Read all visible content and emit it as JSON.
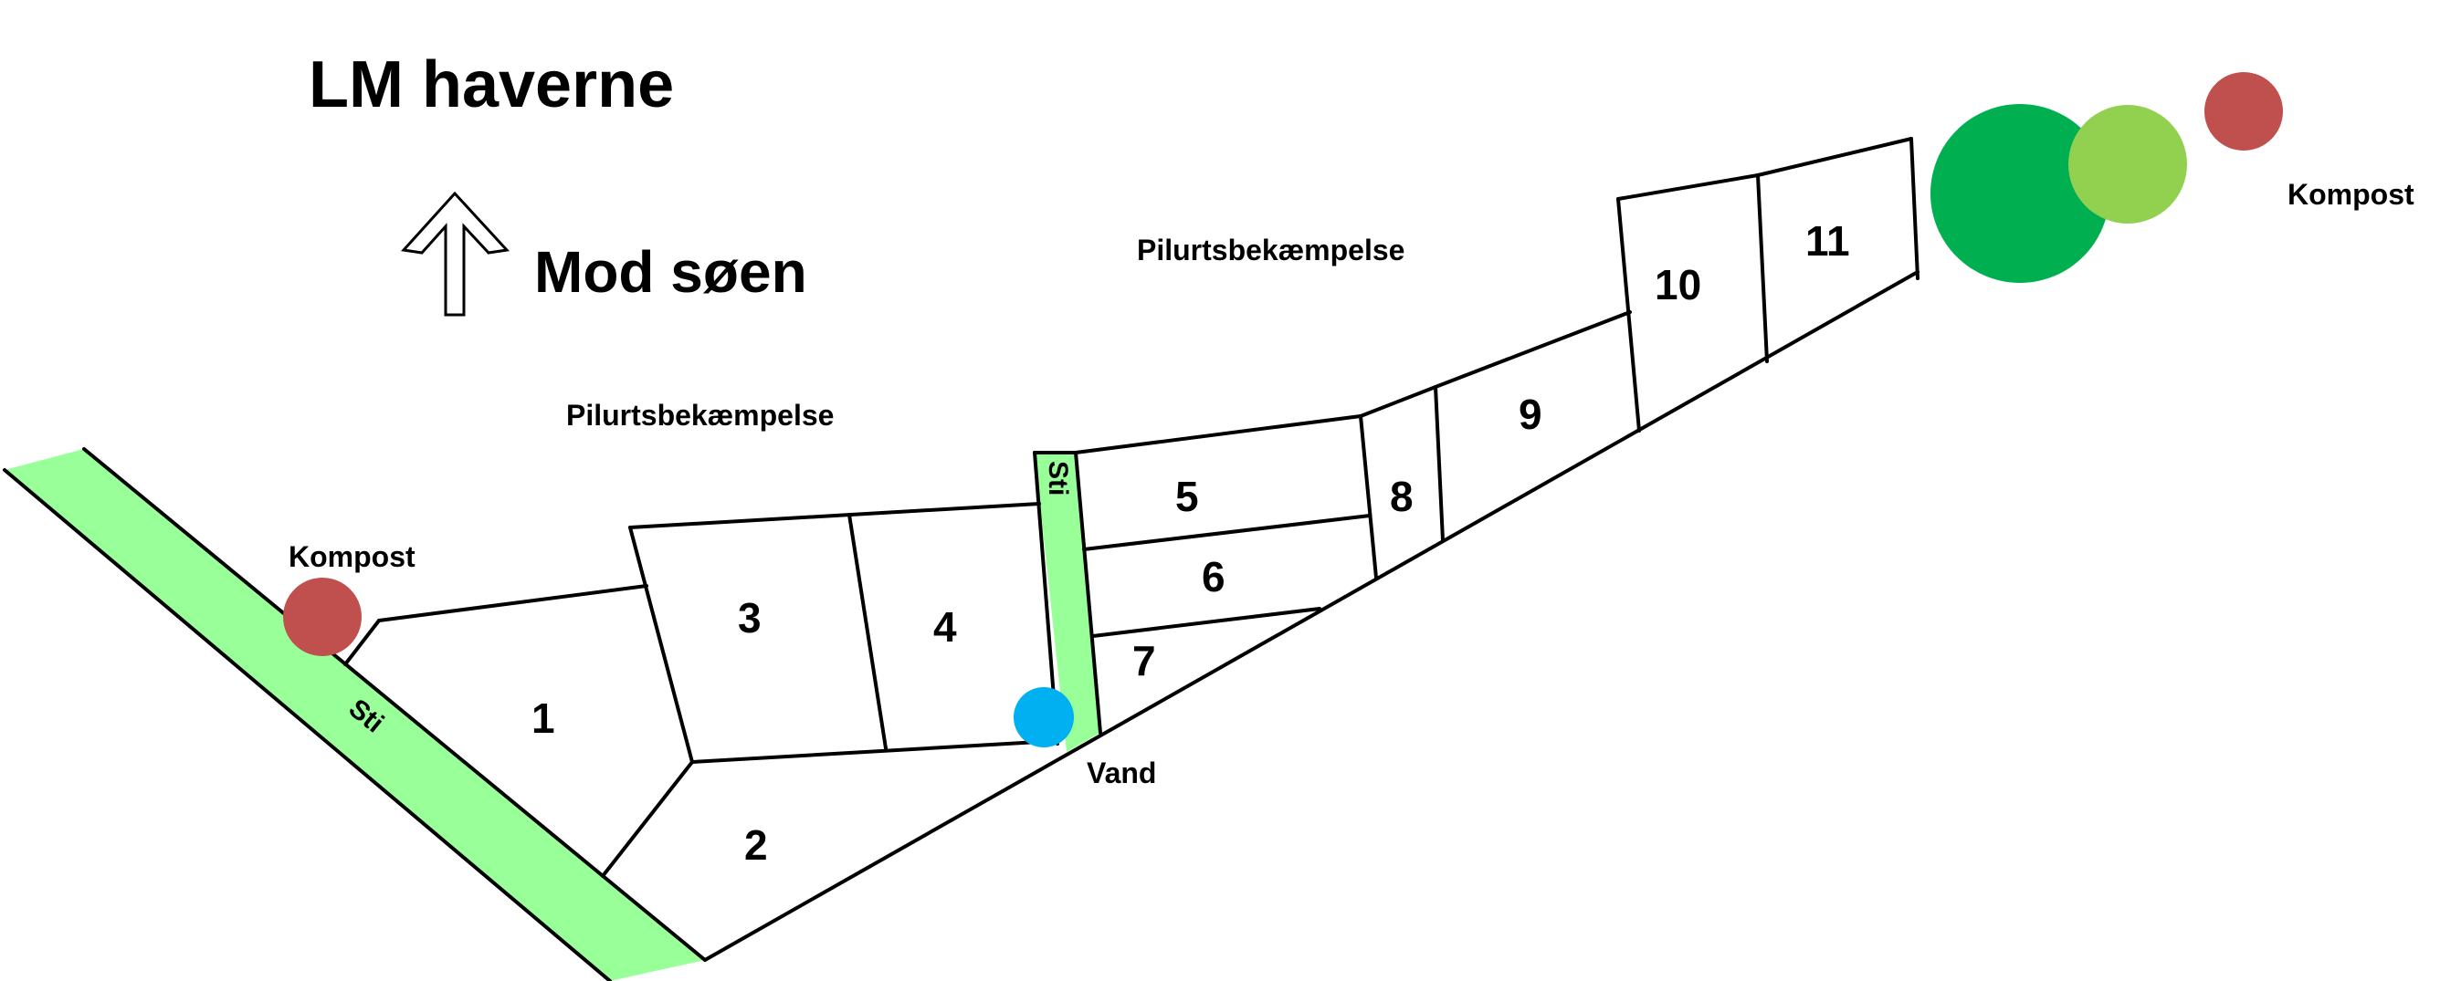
{
  "title": "LM haverne",
  "direction": {
    "label": "Mod søen",
    "icon": "up-arrow-icon"
  },
  "areas": {
    "pilurt_1": "Pilurtsbekæmpelse",
    "pilurt_2": "Pilurtsbekæmpelse"
  },
  "facilities": {
    "kompost_left": "Kompost",
    "kompost_right": "Kompost",
    "vand": "Vand",
    "path_main": "Sti",
    "path_middle": "Sti"
  },
  "plots": [
    "1",
    "2",
    "3",
    "4",
    "5",
    "6",
    "7",
    "8",
    "9",
    "10",
    "11"
  ],
  "colors": {
    "path_green": "#99ff99",
    "kompost_red": "#c0504d",
    "water_blue": "#00b0f0",
    "tree_dark_green": "#00b050",
    "tree_light_green": "#92d050"
  }
}
